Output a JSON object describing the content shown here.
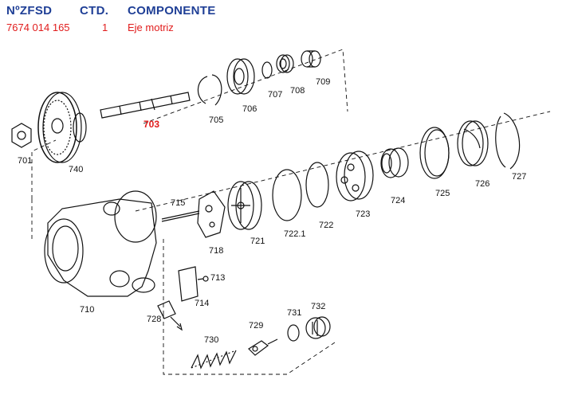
{
  "header": {
    "col_code": "NºZFSD",
    "col_qty": "CTD.",
    "col_component": "COMPONENTE",
    "code": "7674 014 165",
    "qty": "1",
    "component": "Eje motriz"
  },
  "highlight_color": "#e11d1d",
  "header_color": "#1f3f96",
  "parts": {
    "p701": "701",
    "p740": "740",
    "p703": "703",
    "p705": "705",
    "p706": "706",
    "p707": "707",
    "p708": "708",
    "p709": "709",
    "p715": "715",
    "p718": "718",
    "p721": "721",
    "p7221": "722.1",
    "p722": "722",
    "p723": "723",
    "p724": "724",
    "p725": "725",
    "p726": "726",
    "p727": "727",
    "p710": "710",
    "p713": "713",
    "p714": "714",
    "p728": "728",
    "p730": "730",
    "p729": "729",
    "p731": "731",
    "p732": "732"
  }
}
